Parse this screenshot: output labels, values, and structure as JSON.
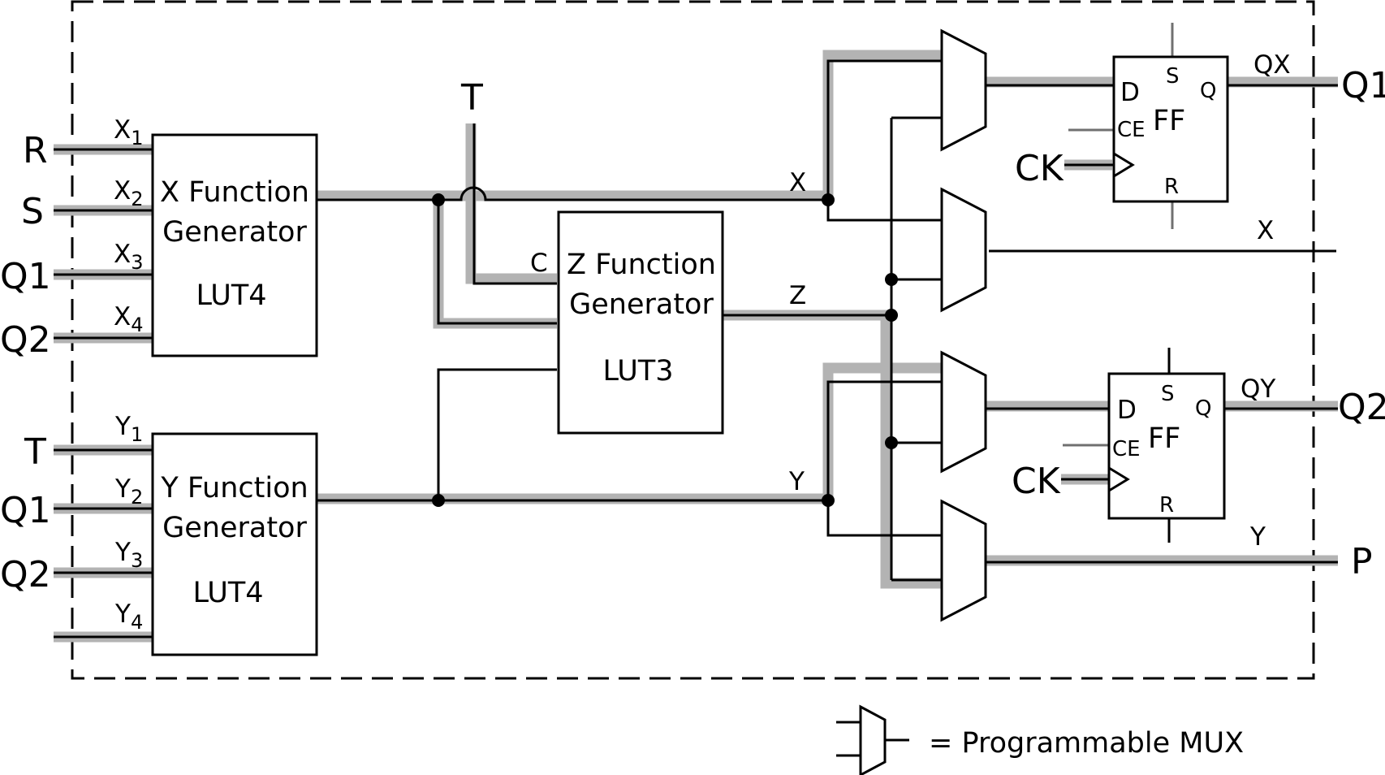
{
  "inputs": {
    "x_in": [
      "R",
      "S",
      "Q1",
      "Q2"
    ],
    "y_in": [
      "T",
      "Q1",
      "Q2"
    ],
    "top_in": "T"
  },
  "pins": {
    "x_letter": "X",
    "y_letter": "Y",
    "idx": [
      "1",
      "2",
      "3",
      "4"
    ]
  },
  "x_gen": {
    "line1": "X Function",
    "line2": "Generator",
    "line3": "LUT4"
  },
  "y_gen": {
    "line1": "Y Function",
    "line2": "Generator",
    "line3": "LUT4"
  },
  "z_gen": {
    "line1": "Z Function",
    "line2": "Generator",
    "line3": "LUT3",
    "c_pin": "C"
  },
  "signals": {
    "x": "X",
    "y": "Y",
    "z": "Z",
    "qx": "QX",
    "qy": "QY"
  },
  "ff": {
    "d": "D",
    "s": "S",
    "q": "Q",
    "ce": "CE",
    "r": "R",
    "name": "FF",
    "ck": "CK"
  },
  "outputs": {
    "q1": "Q1",
    "x": "X",
    "q2": "Q2",
    "p": "P"
  },
  "legend": {
    "text": "= Programmable MUX"
  }
}
